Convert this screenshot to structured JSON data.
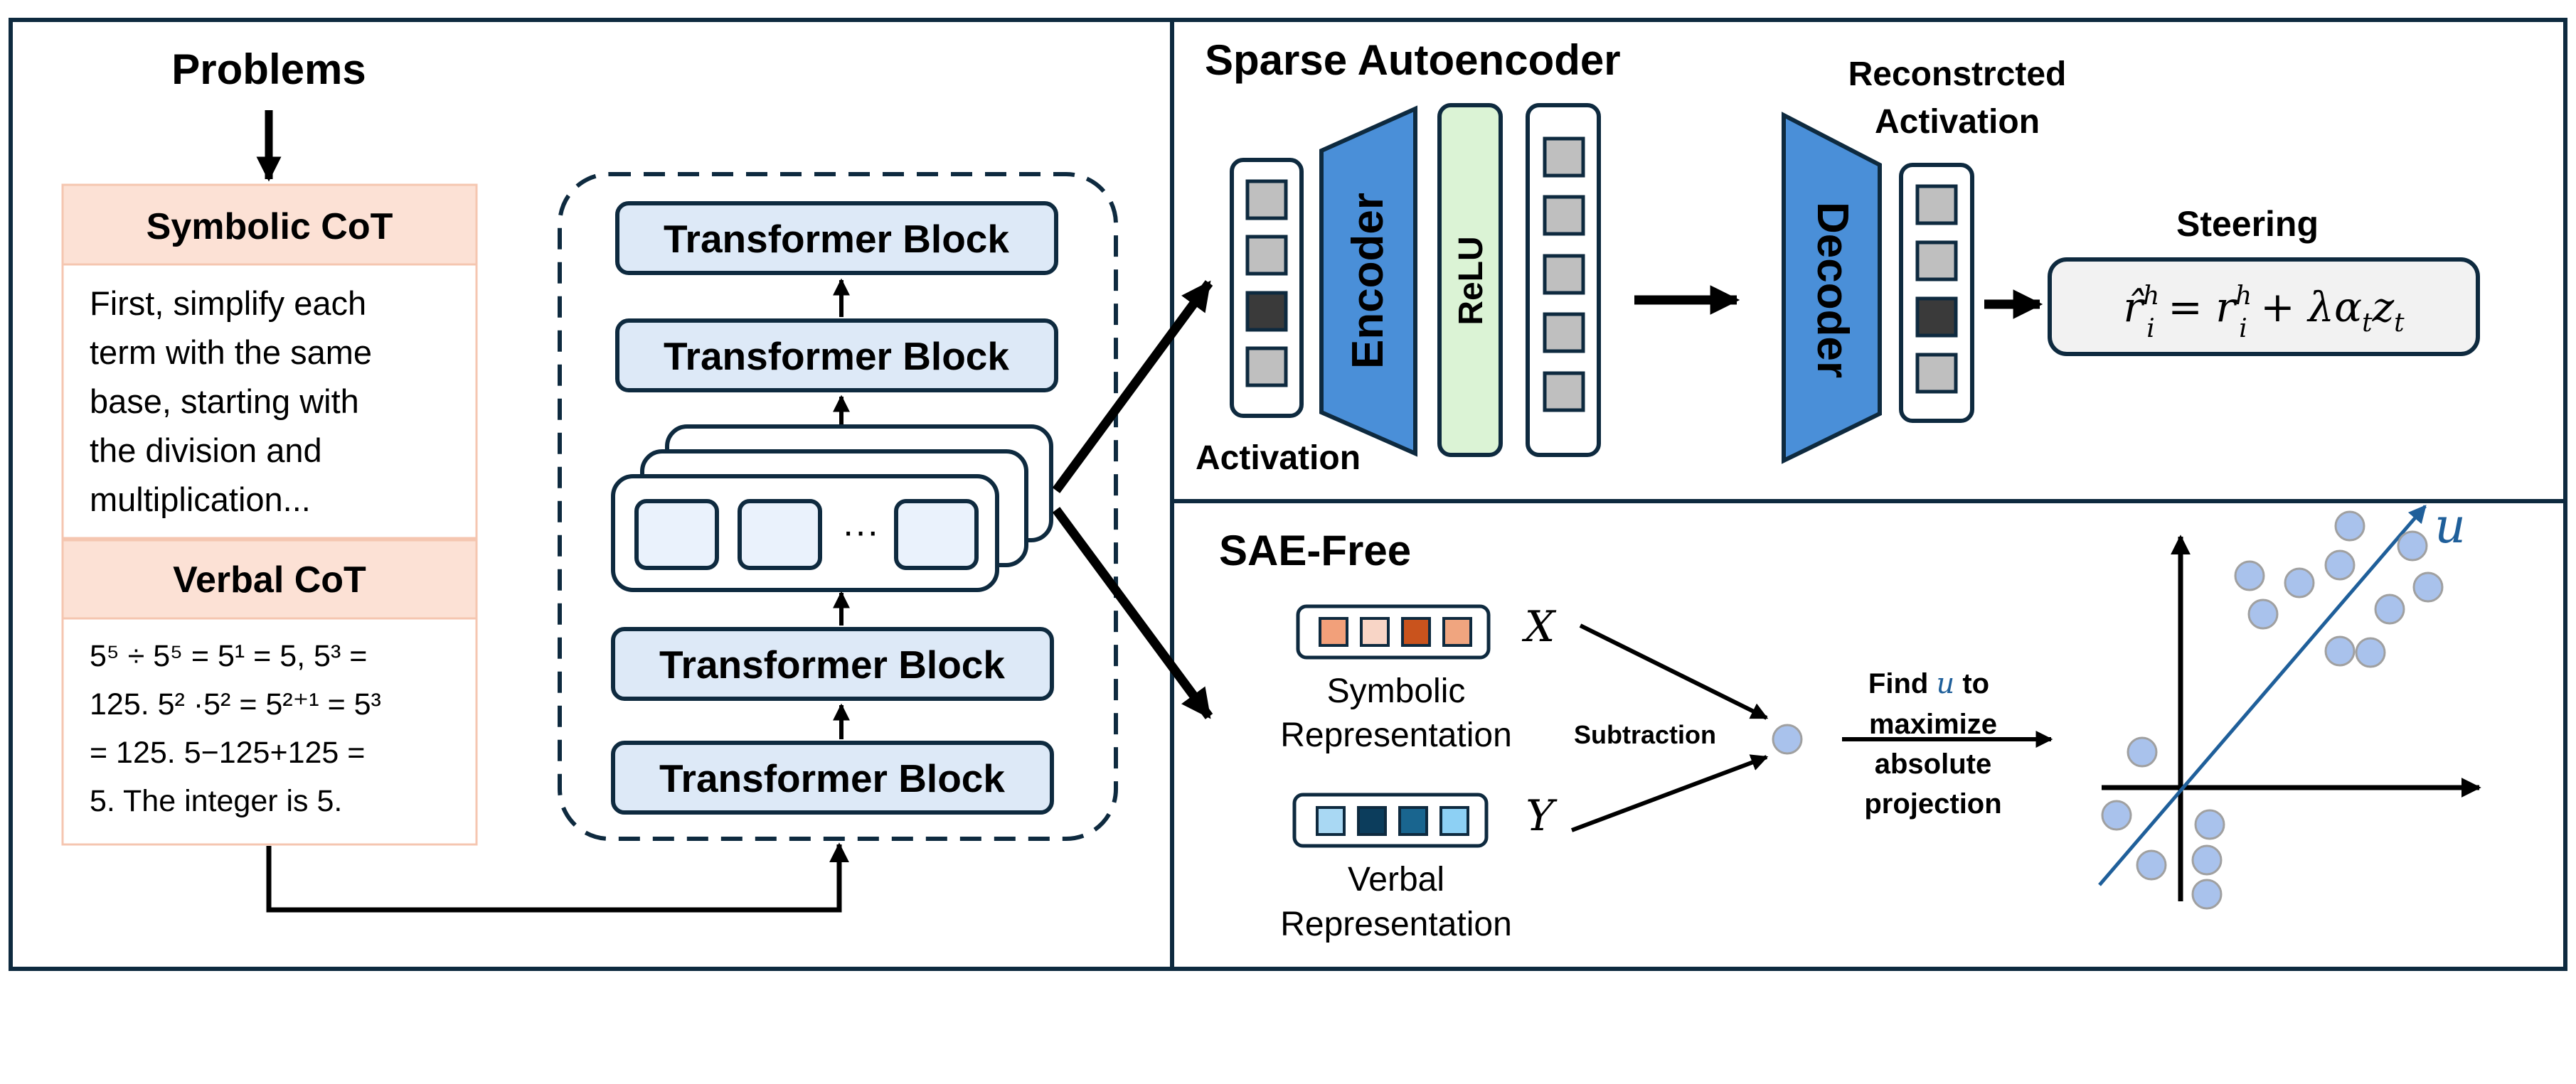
{
  "left_panel": {
    "problems_label": "Problems",
    "symbolic_cot": {
      "header": "Symbolic CoT",
      "lines": [
        "First, simplify each",
        "term with the same",
        "base, starting with",
        "the division and",
        "multiplication..."
      ]
    },
    "verbal_cot": {
      "header": "Verbal CoT",
      "lines": [
        "5⁵ ÷ 5⁵ = 5¹ = 5, 5³ =",
        "125. 5² ·5² = 5²⁺¹ = 5³",
        "= 125. 5−125+125 =",
        "5. The integer is 5."
      ]
    },
    "transformer_blocks": [
      "Transformer Block",
      "Transformer Block",
      "Transformer Block",
      "Transformer Block"
    ],
    "ellipsis": "···"
  },
  "sae_panel": {
    "title": "Sparse Autoencoder",
    "activation_label": "Activation",
    "encoder_label": "Encoder",
    "relu_label": "ReLU",
    "decoder_label": "Decoder",
    "reconstructed_label_line1": "Reconstrcted",
    "reconstructed_label_line2": "Activation",
    "steering_label": "Steering",
    "formula": {
      "r_hat": "r̂",
      "sup_h": "h",
      "sub_i": "i",
      "eq": "=",
      "r": "r",
      "plus": "+",
      "lambda": "λ",
      "alpha": "α",
      "sub_t": "t",
      "z": "z"
    }
  },
  "free_panel": {
    "title": "SAE-Free",
    "symbolic_line1": "Symbolic",
    "symbolic_line2": "Representation",
    "verbal_line1": "Verbal",
    "verbal_line2": "Representation",
    "var_x": "X",
    "var_y": "Y",
    "subtraction_label": "Subtraction",
    "find_prefix": "Find ",
    "find_u": "u",
    "find_suffix": " to",
    "maximize": "maximize",
    "absolute": "absolute",
    "projection": "projection",
    "u_axis_label": "u"
  },
  "colors": {
    "border": "#0e2a3f",
    "panel_line": "#102a40",
    "peach_fill": "#fce1d5",
    "peach_border": "#f5c6b0",
    "block_fill": "#dde9f7",
    "encoder_blue": "#4a8fd8",
    "relu_green": "#dbf3d5",
    "gray_light": "#bfbfbf",
    "gray_dark": "#3a3a3a",
    "point_fill": "#a9c2ec",
    "u_color": "#1f5f9a",
    "sym_colors": [
      "#f2a07a",
      "#f8d5c6",
      "#c9531d",
      "#f0a57f"
    ],
    "verb_colors": [
      "#a9d8f3",
      "#0c3d5c",
      "#19658f",
      "#8dd0f4"
    ],
    "formula_bg": "#f2f2f2"
  }
}
